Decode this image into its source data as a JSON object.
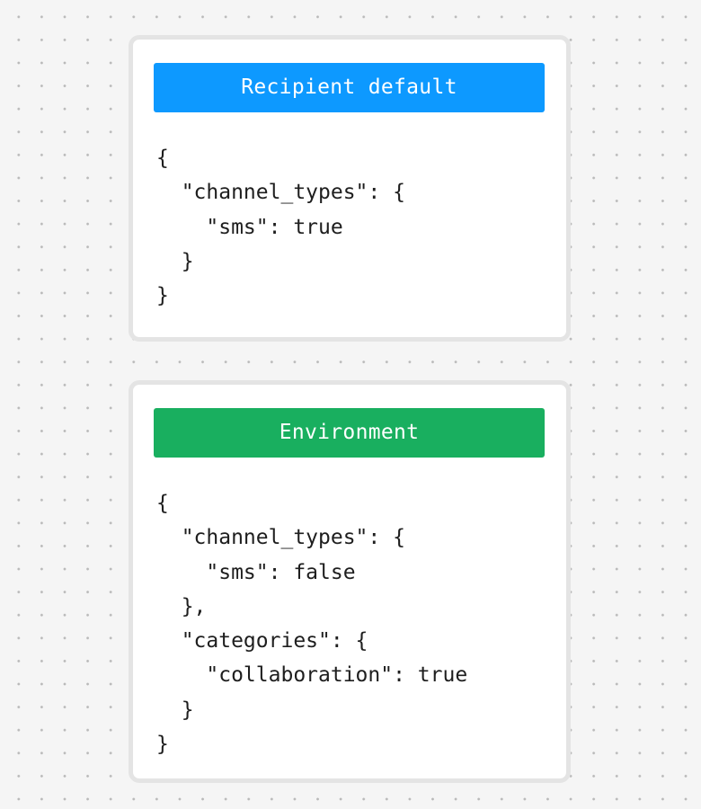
{
  "colors": {
    "recipient_header": "#0d99ff",
    "environment_header": "#19af5f",
    "card_border": "#e4e4e4",
    "code_text": "#1e1e1e"
  },
  "cards": [
    {
      "header": "Recipient default",
      "code_lines": [
        "{",
        "  \"channel_types\": {",
        "    \"sms\": true",
        "  }",
        "}"
      ]
    },
    {
      "header": "Environment",
      "code_lines": [
        "{",
        "  \"channel_types\": {",
        "    \"sms\": false",
        "  },",
        "  \"categories\": {",
        "    \"collaboration\": true",
        "  }",
        "}"
      ]
    }
  ]
}
